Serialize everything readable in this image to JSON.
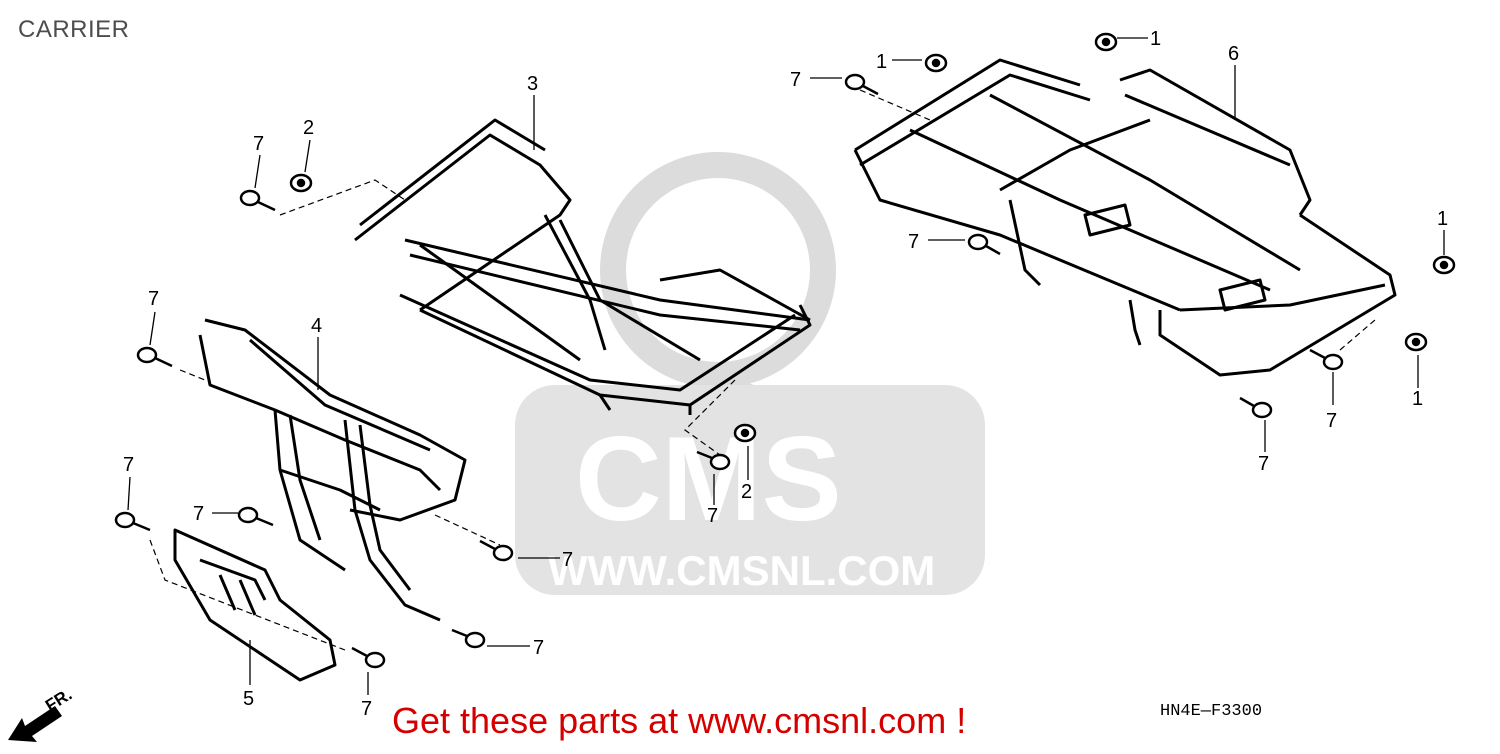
{
  "diagram": {
    "title": "CARRIER",
    "drawing_code": "HN4E—F3300",
    "promo_text": "Get these parts at www.cmsnl.com !",
    "front_indicator": "FR.",
    "watermark": {
      "logo_text": "CMS",
      "url_text": "WWW.CMSNL.COM"
    },
    "callout_numbers": {
      "c1": "1",
      "c2": "2",
      "c3": "3",
      "c4": "4",
      "c5": "5",
      "c6": "6",
      "c7": "7"
    },
    "colors": {
      "line": "#000000",
      "title": "#4d4d4d",
      "promo": "#d40000",
      "watermark": "#d9d9d9"
    }
  }
}
